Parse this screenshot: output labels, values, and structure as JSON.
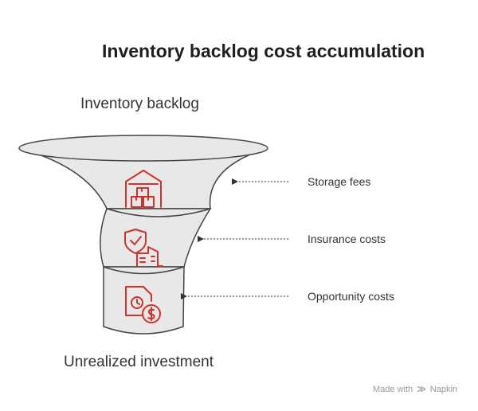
{
  "title": "Inventory backlog cost accumulation",
  "funnel": {
    "top_label": "Inventory backlog",
    "bottom_label": "Unrealized investment",
    "stages": [
      {
        "label": "Storage fees",
        "icon": "warehouse-boxes-icon"
      },
      {
        "label": "Insurance costs",
        "icon": "shield-building-icon"
      },
      {
        "label": "Opportunity costs",
        "icon": "document-clock-dollar-icon"
      }
    ]
  },
  "colors": {
    "funnel_fill": "#e8e8e8",
    "funnel_stroke": "#444444",
    "icon": "#d0312d"
  },
  "watermark": {
    "prefix": "Made with",
    "brand": "Napkin"
  }
}
